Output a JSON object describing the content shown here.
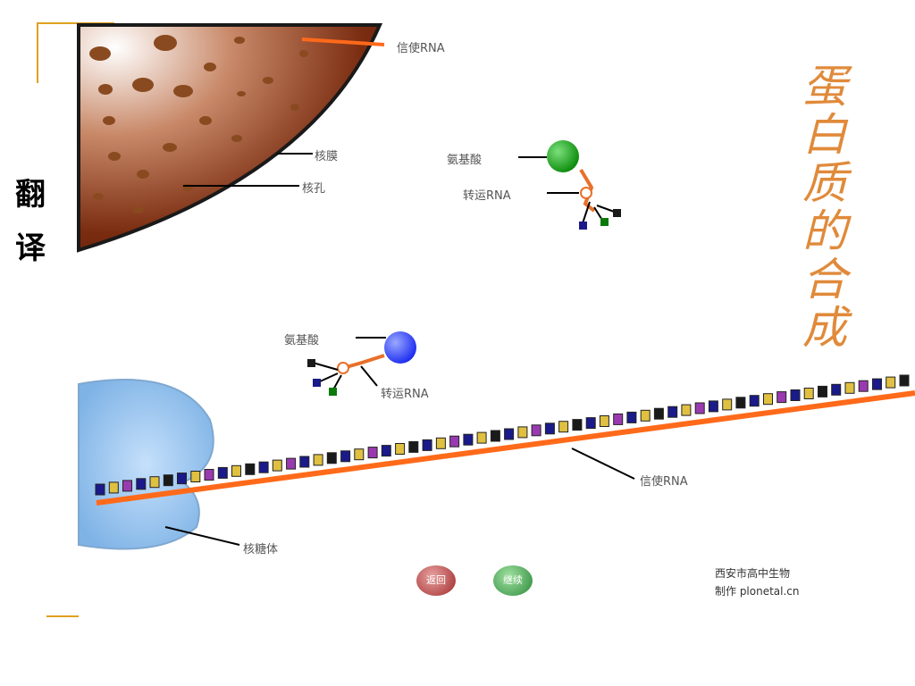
{
  "title_vertical": [
    "蛋",
    "白",
    "质",
    "的",
    "合",
    "成"
  ],
  "side_label": [
    "翻",
    "译"
  ],
  "labels": {
    "mrna_top": "信使RNA",
    "nuclear_membrane": "核膜",
    "nuclear_pore": "核孔",
    "amino_acid_green": "氨基酸",
    "trna_green": "转运RNA",
    "amino_acid_blue": "氨基酸",
    "trna_blue": "转运RNA",
    "mrna_main": "信使RNA",
    "ribosome": "核糖体"
  },
  "buttons": {
    "back": "返回",
    "next": "继续"
  },
  "credit": {
    "line1": "西安市高中生物",
    "line2": "制作 plonetal.cn"
  },
  "colors": {
    "title": "#e08a3a",
    "mrna": "#ff6a1a",
    "ribosome": "#9cc8ef",
    "nucleus": "#7a2c10",
    "accent_line": "#e0a020"
  }
}
